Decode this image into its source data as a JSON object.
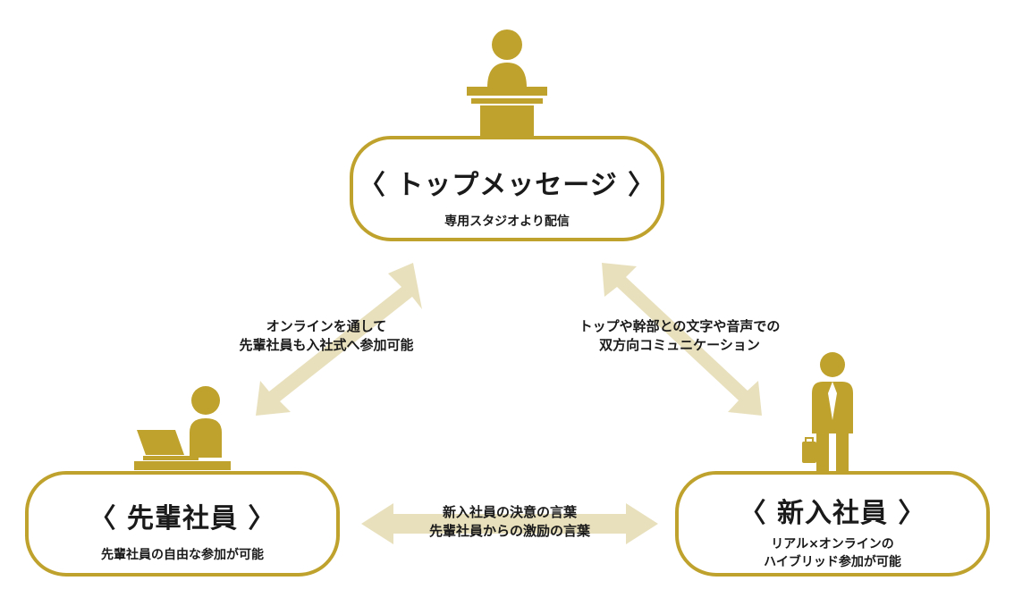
{
  "colors": {
    "gold": "#bfa22d",
    "arrow": "#e8e0bd",
    "text": "#1a1a1a"
  },
  "nodes": {
    "top": {
      "title": "〈 トップメッセージ 〉",
      "subtitle": "専用スタジオより配信",
      "icon": "speaker-at-podium-icon"
    },
    "left": {
      "title": "〈 先輩社員 〉",
      "subtitle": "先輩社員の自由な参加が可能",
      "icon": "person-with-laptop-icon"
    },
    "right": {
      "title": "〈 新入社員 〉",
      "subtitle_line1": "リアル×オンラインの",
      "subtitle_line2": "ハイブリッド参加が可能",
      "icon": "businessman-with-briefcase-icon"
    }
  },
  "edges": {
    "left": {
      "line1": "オンラインを通して",
      "line2": "先輩社員も入社式へ参加可能"
    },
    "right": {
      "line1": "トップや幹部との文字や音声での",
      "line2": "双方向コミュニケーション"
    },
    "bottom": {
      "line1": "新入社員の決意の言葉",
      "line2": "先輩社員からの激励の言葉"
    }
  }
}
